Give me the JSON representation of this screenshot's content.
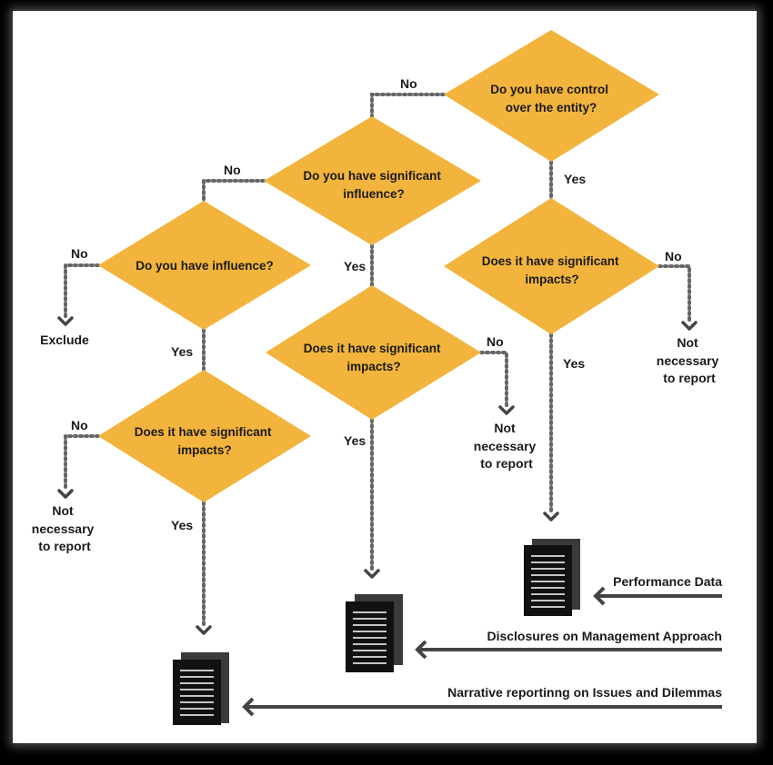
{
  "questions": {
    "q1": [
      "Do you have control",
      "over the entity?"
    ],
    "q2": [
      "Do you have  significant",
      "influence?"
    ],
    "q3": [
      "Do you have influence?"
    ],
    "q4": [
      "Does it have significant",
      "impacts?"
    ],
    "q5": [
      "Does it have significant",
      "impacts?"
    ],
    "q6": [
      "Does it have significant",
      "impacts?"
    ]
  },
  "labels": {
    "yes": "Yes",
    "no": "No"
  },
  "outcomes": {
    "exclude": "Exclude",
    "not_necessary_1": [
      "Not",
      "necessary",
      "to report"
    ],
    "not_necessary_2": [
      "Not",
      "necessary",
      "to report"
    ],
    "not_necessary_3": [
      "Not",
      "necessary",
      "to report"
    ]
  },
  "outputs": {
    "performance_data": "Performance Data",
    "dma": "Disclosures on Management Approach",
    "narrative": "Narrative reportinng on Issues and Dilemmas"
  },
  "colors": {
    "diamond": "#f2b43c",
    "document": "#111111",
    "arrow": "#444444"
  }
}
